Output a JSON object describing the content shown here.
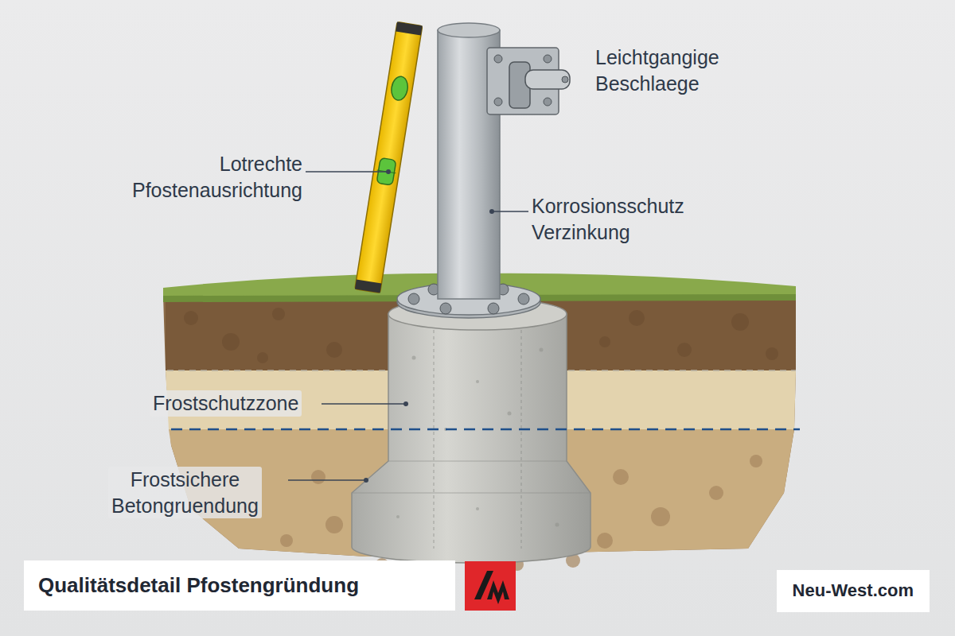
{
  "diagram": {
    "title": "Qualitätsdetail Pfostengründung",
    "labels": [
      "Leichtgangige Beschlaege",
      "Lotrechte Pfostenausrichtung",
      "Korrosionsschutz Verzinkung",
      "Frostschutzzone",
      "Frostsichere Betongruendung",
      "Neu-West.com"
    ]
  }
}
